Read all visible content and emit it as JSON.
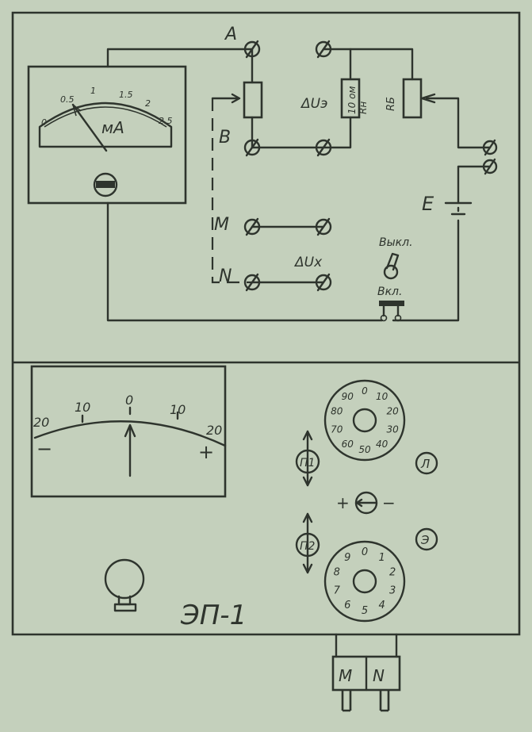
{
  "colors": {
    "background": "#c4d0bc",
    "ink": "#2e342d",
    "dial_face": "#d7dfcf"
  },
  "labels": {
    "terminal_a": "A",
    "terminal_b": "B",
    "terminal_m": "M",
    "terminal_n": "N",
    "delta_u_e": "ΔUэ",
    "delta_u_x": "ΔUx",
    "resistor_rn": "10 ом\nRн",
    "resistor_rb": "RБ",
    "battery": "E",
    "switch_off": "Выкл.",
    "switch_on": "Вкл.",
    "ammeter_unit": "мA",
    "device_name": "ЭП-1",
    "switch_p1": "П1",
    "switch_p2": "П2",
    "knob_l": "Л",
    "knob_e": "Э",
    "polarity_plus": "+",
    "polarity_minus": "−",
    "plug_m": "M",
    "plug_n": "N"
  },
  "ammeter": {
    "scale_labels": [
      "0",
      "0.5",
      "1",
      "1.5",
      "2",
      "2.5"
    ]
  },
  "galvanometer": {
    "scale_labels": [
      "20",
      "10",
      "0",
      "10",
      "20"
    ],
    "minus_sign": "−",
    "plus_sign": "+"
  },
  "dial_upper": {
    "labels": [
      "0",
      "10",
      "20",
      "30",
      "40",
      "50",
      "60",
      "70",
      "80",
      "90"
    ]
  },
  "dial_lower": {
    "labels": [
      "0",
      "1",
      "2",
      "3",
      "4",
      "5",
      "6",
      "7",
      "8",
      "9"
    ]
  }
}
